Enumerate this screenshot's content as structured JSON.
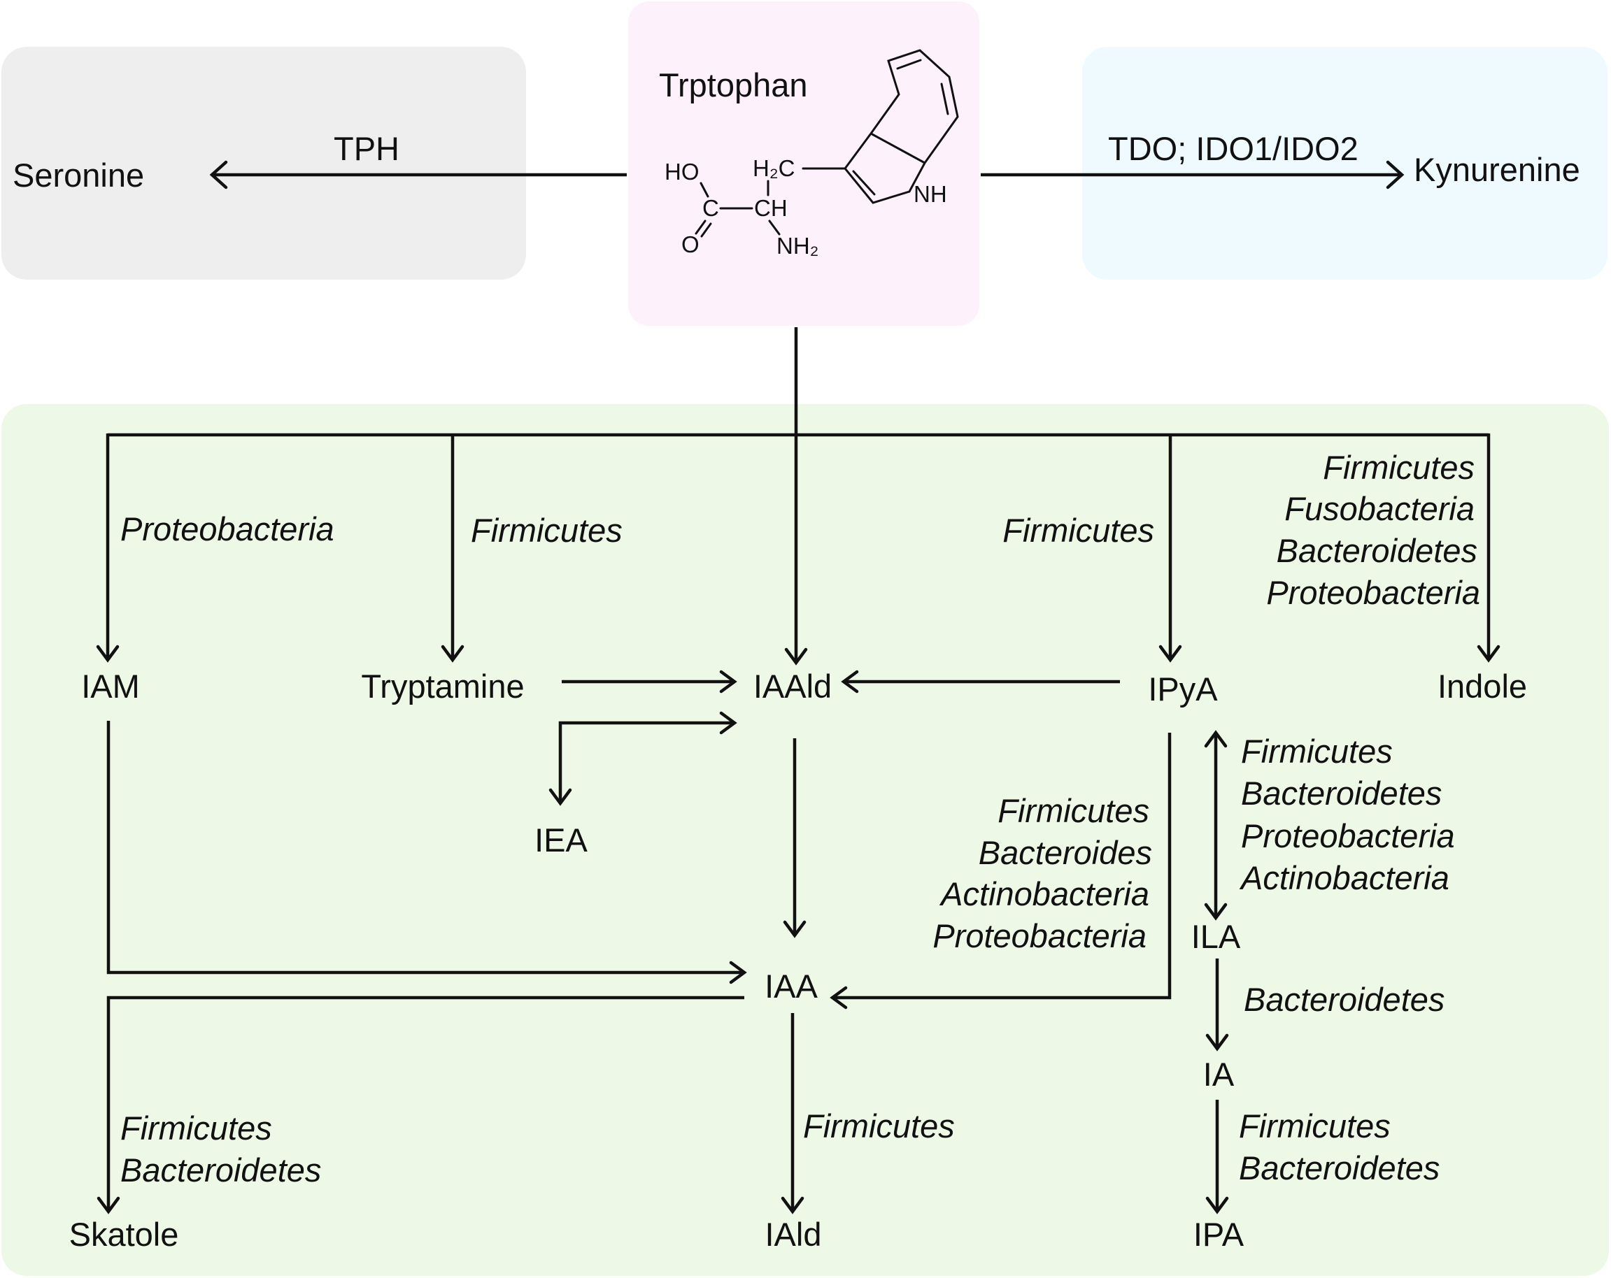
{
  "colors": {
    "serotonin_panel": "#eeeeee",
    "tryptophan_panel": "#fdf1fb",
    "kynurenine_panel": "#eefaff",
    "microbial_panel": "#eef8e6",
    "line": "#111111"
  },
  "source": {
    "title": "Trptophan",
    "structure": {
      "ho": "HO",
      "c": "C",
      "o": "O",
      "h2c": "H₂C",
      "ch": "CH",
      "nh2": "NH₂",
      "nh": "NH"
    }
  },
  "host_pathways": {
    "serotonin": {
      "product": "Seronine",
      "enzyme": "TPH"
    },
    "kynurenine": {
      "product": "Kynurenine",
      "enzyme": "TDO; IDO1/IDO2"
    }
  },
  "metabolites": {
    "iam": "IAM",
    "tryptamine": "Tryptamine",
    "iaald": "IAAld",
    "ipya": "IPyA",
    "indole": "Indole",
    "iea": "IEA",
    "iaa": "IAA",
    "ila": "ILA",
    "ia": "IA",
    "skatole": "Skatole",
    "iald": "IAld",
    "ipa": "IPA"
  },
  "bacteria": {
    "to_iam": [
      "Proteobacteria"
    ],
    "to_tryptamine": [
      "Firmicutes"
    ],
    "to_ipya": [
      "Firmicutes"
    ],
    "to_indole": [
      "Firmicutes",
      "Fusobacteria",
      "Bacteroidetes",
      "Proteobacteria"
    ],
    "ipya_to_iaa": [
      "Firmicutes",
      "Bacteroides",
      "Actinobacteria",
      "Proteobacteria"
    ],
    "ipya_to_ila": [
      "Firmicutes",
      "Bacteroidetes",
      "Proteobacteria",
      "Actinobacteria"
    ],
    "ila_to_ia": [
      "Bacteroidetes"
    ],
    "ia_to_ipa": [
      "Firmicutes",
      "Bacteroidetes"
    ],
    "iaa_to_skatole": [
      "Firmicutes",
      "Bacteroidetes"
    ],
    "iaa_to_iald": [
      "Firmicutes"
    ]
  }
}
